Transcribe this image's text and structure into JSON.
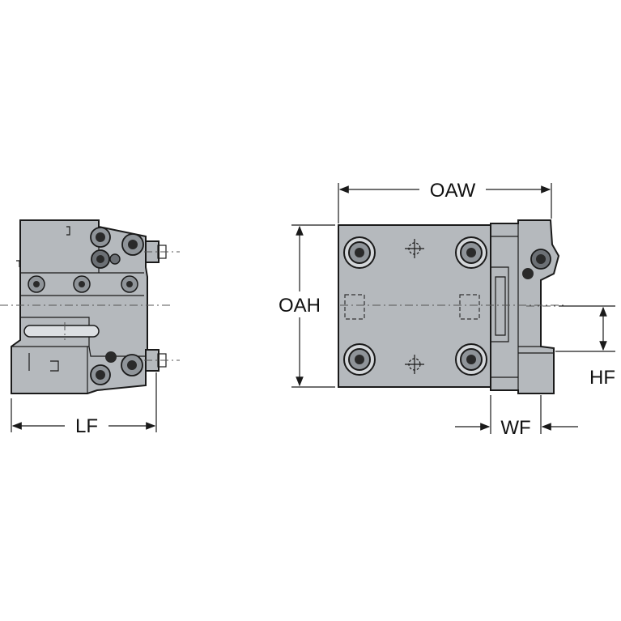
{
  "dimensions": {
    "lf": "LF",
    "oaw": "OAW",
    "oah": "OAH",
    "hf": "HF",
    "wf": "WF"
  },
  "colors": {
    "body": "#b5b9bd",
    "outline": "#1a1a1a",
    "background": "#ffffff"
  }
}
